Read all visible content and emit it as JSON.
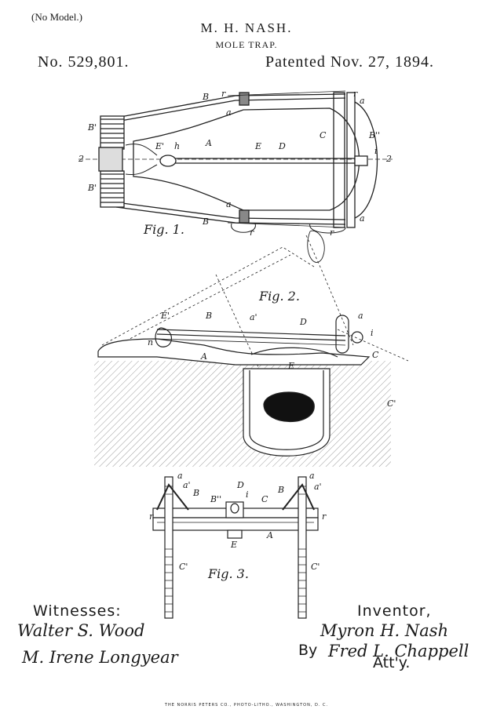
{
  "header": {
    "model_note": "(No Model.)",
    "inventor": "M. H. NASH.",
    "title": "MOLE TRAP.",
    "patent_number": "No. 529,801.",
    "patent_date": "Patented Nov. 27, 1894."
  },
  "figures": {
    "fig1_label": "Fig. 1.",
    "fig2_label": "Fig. 2.",
    "fig3_label": "Fig. 3."
  },
  "reference_letters": {
    "B": "B",
    "r": "r",
    "a": "a",
    "a_prime": "a'",
    "B_double": "B''",
    "C": "C",
    "B_prime": "B'",
    "E_prime": "E'",
    "h": "h",
    "A": "A",
    "E": "E",
    "D": "D",
    "i": "i",
    "two": "2",
    "C_prime": "C'",
    "n": "n"
  },
  "signatures": {
    "witnesses_label": "Witnesses:",
    "witness1": "Walter S. Wood",
    "witness2": "M. Irene Longyear",
    "inventor_label": "Inventor,",
    "inventor_sig": "Myron H. Nash",
    "by_label": "By",
    "attorney_sig": "Fred L. Chappell",
    "atty_label": "Att'y."
  },
  "footer": "THE NORRIS PETERS CO., PHOTO-LITHO., WASHINGTON, D. C."
}
